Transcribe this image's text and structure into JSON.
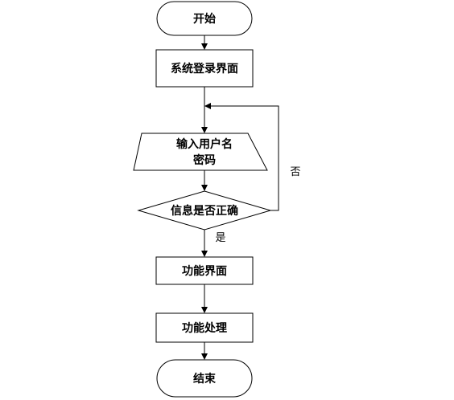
{
  "flowchart": {
    "nodes": {
      "start": {
        "label": "开始"
      },
      "login": {
        "label": "系统登录界面"
      },
      "input": {
        "line1": "输入用户名",
        "line2": "密码"
      },
      "check": {
        "label": "信息是否正确"
      },
      "function_ui": {
        "label": "功能界面"
      },
      "function_process": {
        "label": "功能处理"
      },
      "end": {
        "label": "结束"
      }
    },
    "edges": {
      "yes_label": "是",
      "no_label": "否"
    }
  }
}
